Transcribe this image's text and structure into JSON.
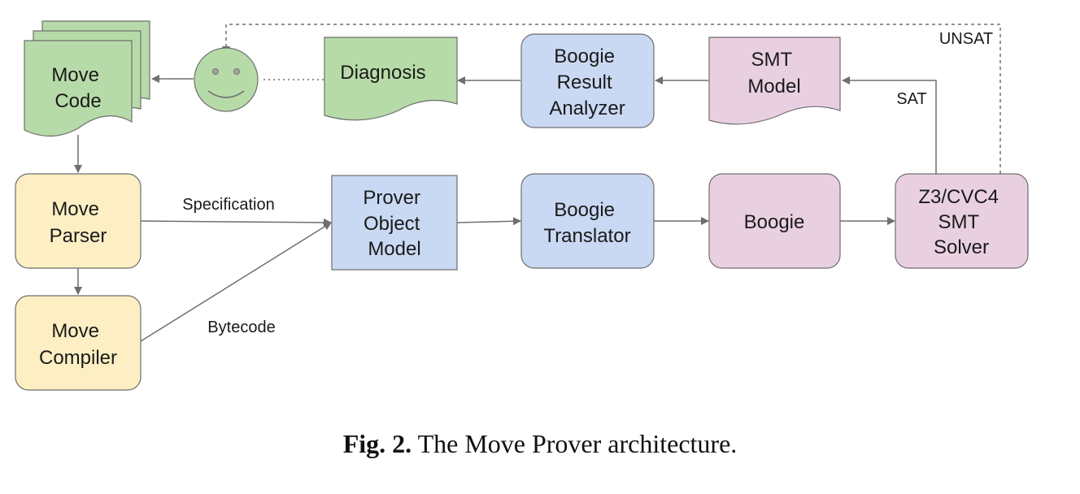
{
  "nodes": {
    "move_code": {
      "lines": [
        "Move",
        "Code"
      ]
    },
    "smiley": {
      "lines": []
    },
    "diagnosis": {
      "lines": [
        "Diagnosis"
      ]
    },
    "boogie_result_analyzer": {
      "lines": [
        "Boogie",
        "Result",
        "Analyzer"
      ]
    },
    "smt_model": {
      "lines": [
        "SMT",
        "Model"
      ]
    },
    "move_parser": {
      "lines": [
        "Move",
        "Parser"
      ]
    },
    "move_compiler": {
      "lines": [
        "Move",
        "Compiler"
      ]
    },
    "prover_object_model": {
      "lines": [
        "Prover",
        "Object",
        "Model"
      ]
    },
    "boogie_translator": {
      "lines": [
        "Boogie",
        "Translator"
      ]
    },
    "boogie": {
      "lines": [
        "Boogie"
      ]
    },
    "smt_solver": {
      "lines": [
        "Z3/CVC4",
        "SMT",
        "Solver"
      ]
    }
  },
  "edges": {
    "specification": "Specification",
    "bytecode": "Bytecode",
    "sat": "SAT",
    "unsat": "UNSAT"
  },
  "caption": {
    "label": "Fig. 2.",
    "text": "The Move Prover architecture."
  },
  "colors": {
    "green": "#b7dba8",
    "yellow": "#fdefc3",
    "blue": "#c9d9f3",
    "pink": "#e9d0e1",
    "stroke": "#6e6e6e"
  }
}
